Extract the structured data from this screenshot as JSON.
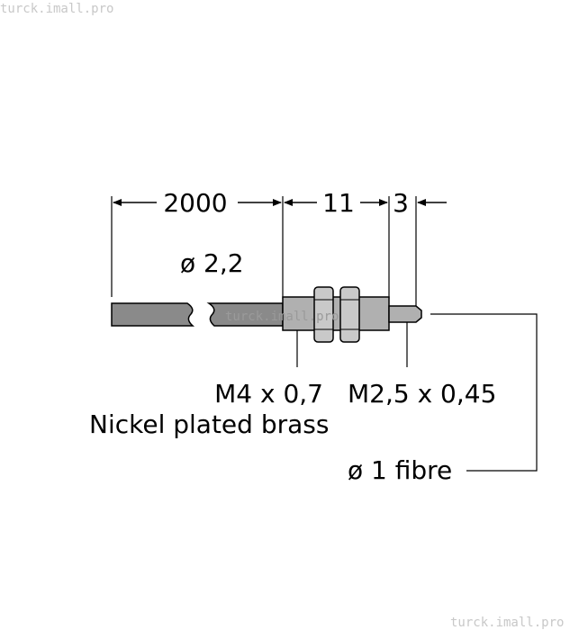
{
  "watermarks": {
    "top": "turck.imall.pro",
    "center": "turck.imall.pro",
    "bottom": "turck.imall.pro"
  },
  "dimensions": {
    "cable_length": "2000",
    "body_length": "11",
    "tip_length": "3",
    "cable_diameter": "ø 2,2"
  },
  "callouts": {
    "thread_main": "M4 x 0,7",
    "material": "Nickel plated brass",
    "thread_tip": "M2,5 x 0,45",
    "fibre": "ø 1 fibre"
  },
  "colors": {
    "cable": "#8a8a8a",
    "body": "#b0b0b0",
    "nut": "#c9c9c9",
    "line": "#000000"
  }
}
